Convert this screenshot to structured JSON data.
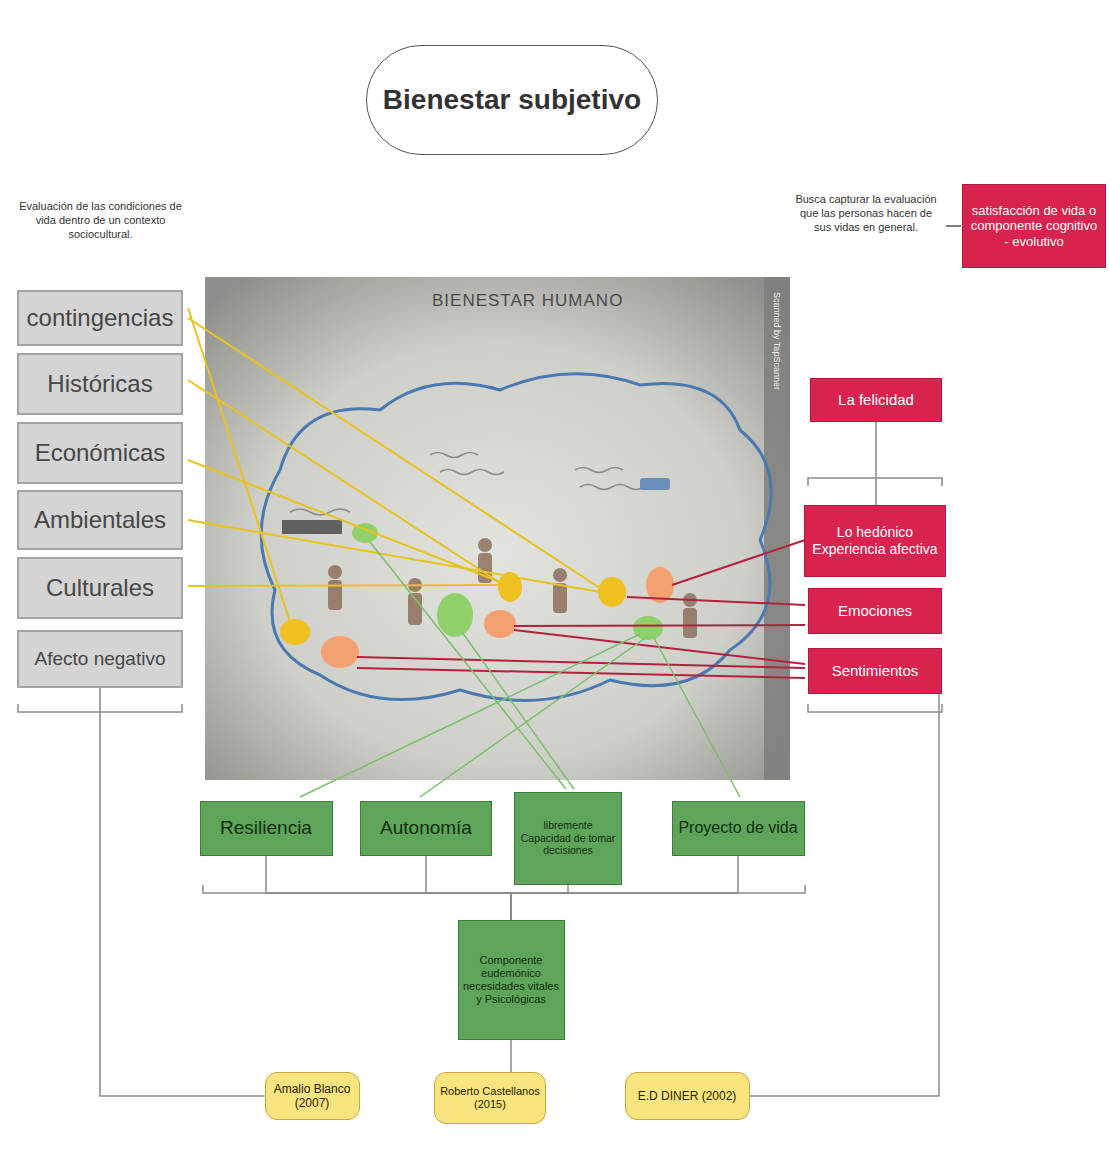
{
  "diagram": {
    "nodes": [
      {
        "text": [
          "Bienestar subjetivo"
        ]
      },
      {
        "text": [
          "contingencias"
        ]
      },
      {
        "text": [
          "Históricas"
        ]
      },
      {
        "text": [
          "Económicas"
        ]
      },
      {
        "text": [
          "Ambientales"
        ]
      },
      {
        "text": [
          "Culturales"
        ]
      },
      {
        "text": [
          "Afecto negativo"
        ]
      },
      {
        "text": [
          "satisfacción de vida o componente cognitivo - evolutivo"
        ]
      },
      {
        "text": [
          "La felicidad"
        ]
      },
      {
        "text": [
          "Lo hedónico Experiencia afectiva"
        ]
      },
      {
        "text": [
          "Emociones"
        ]
      },
      {
        "text": [
          "Sentimientos"
        ]
      },
      {
        "text": [
          "Resiliencia"
        ]
      },
      {
        "text": [
          "Autonomía"
        ]
      },
      {
        "text": [
          "libremente Capacidad de tomar decisiones"
        ]
      },
      {
        "text": [
          "Proyecto de vida"
        ]
      },
      {
        "text": [
          "Componente eudemónico necesidades vitales y Psicológicas"
        ]
      },
      {
        "text": [
          "Amalio Blanco (2007)"
        ]
      },
      {
        "text": [
          "Roberto Castellanos (2015)"
        ]
      },
      {
        "text": [
          "E.D DINER (2002)"
        ]
      }
    ],
    "edges": [
      {
        "from": 6,
        "to": 17,
        "arrow": "none"
      },
      {
        "from": 8,
        "to": 9,
        "arrow": "none"
      },
      {
        "from": 11,
        "to": 19,
        "arrow": "none"
      },
      {
        "from": 12,
        "to": 16,
        "arrow": "none"
      },
      {
        "from": 13,
        "to": 16,
        "arrow": "none"
      },
      {
        "from": 14,
        "to": 16,
        "arrow": "none"
      },
      {
        "from": 15,
        "to": 16,
        "arrow": "none"
      },
      {
        "from": 16,
        "to": 18,
        "arrow": "none"
      }
    ],
    "labels": [
      "Evaluación de las condiciones de vida dentro de un contexto sociocultural.",
      "Busca capturar la evaluación que las personas hacen de sus vidas en general.",
      "BIENESTAR HUMANO",
      "Scanned by TapScanner"
    ]
  }
}
